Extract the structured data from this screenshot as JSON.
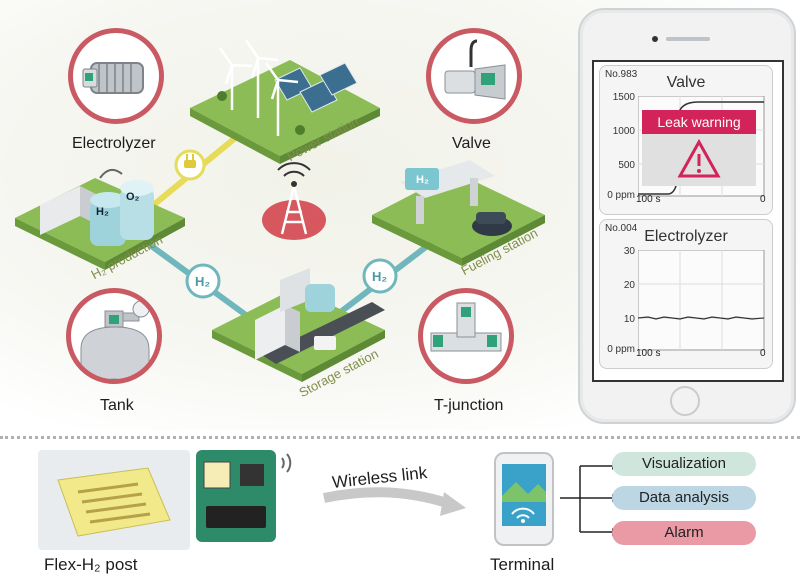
{
  "nodes": {
    "electrolyzer": "Electrolyzer",
    "valve": "Valve",
    "tank": "Tank",
    "t_junction": "T-junction",
    "power_station": "Power station",
    "h2_production": "H₂ production",
    "fueling_station": "Fueling station",
    "storage_station": "Storage station",
    "h2_badge": "H₂",
    "h2_tank_label": "H₂",
    "o2_tank_label": "O₂",
    "h2_sign": "H₂"
  },
  "phone": {
    "valve_panel": {
      "id": "No.983",
      "title": "Valve",
      "y_ticks": [
        "1500",
        "1000",
        "500",
        "0 ppm"
      ],
      "x_ticks": [
        "100 s",
        "0"
      ],
      "warning": "Leak warning"
    },
    "electrolyzer_panel": {
      "id": "No.004",
      "title": "Electrolyzer",
      "y_ticks": [
        "30",
        "20",
        "10",
        "0 ppm"
      ],
      "x_ticks": [
        "100 s",
        "0"
      ]
    }
  },
  "bottom": {
    "sensor_label": "Flex-H₂ post",
    "link_label": "Wireless link",
    "terminal_label": "Terminal",
    "outputs": [
      {
        "label": "Visualization",
        "color": "#cfe6dd"
      },
      {
        "label": "Data analysis",
        "color": "#bcd7e3"
      },
      {
        "label": "Alarm",
        "color": "#e99aa4"
      }
    ]
  },
  "colors": {
    "accent_red": "#c95a63",
    "grass": "#7fb04a",
    "link_yellow": "#e6dc5a",
    "link_teal": "#6fb7bd",
    "warning": "#d2245a"
  }
}
